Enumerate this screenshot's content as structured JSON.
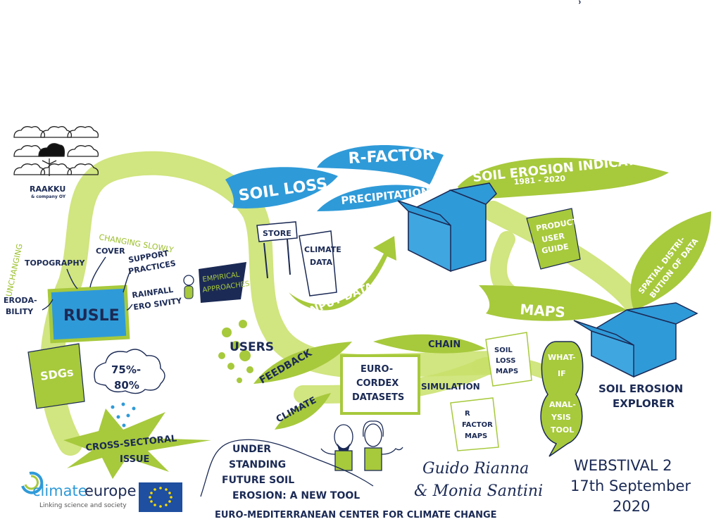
{
  "colors": {
    "green": "#a7c93c",
    "light_green": "#c9e06a",
    "blue": "#2f9ad8",
    "dark_blue": "#1b2a55",
    "eu_blue": "#1e4fa0"
  },
  "header": {
    "glyph": "ʾ"
  },
  "brand": {
    "name": "RAAKKU",
    "sub": "& company OY"
  },
  "labels": {
    "soil_loss": "SOIL LOSS",
    "r_factor": "R-FACTOR",
    "precipitation": "PRECIPITATION",
    "soil_erosion_indicators": "SOIL EROSION INDICATORS",
    "indicator_years": "1981 - 2020",
    "product_user_guide": [
      "PRODUCT",
      "USER",
      "GUIDE"
    ],
    "spatial_distribution": [
      "SPATIAL DISTRI-",
      "BUTION OF DATA"
    ],
    "maps": "MAPS",
    "soil_erosion_explorer": [
      "SOIL EROSION",
      "EXPLORER"
    ],
    "store": "STORE",
    "climate_data": [
      "CLIMATE",
      "DATA"
    ],
    "input_data": "INPUT DATA",
    "unchanging": "UNCHANGING",
    "changing_slowly": "CHANGING SLOWLY",
    "topography": "TOPOGRAPHY",
    "cover": "COVER",
    "support_practices": [
      "SUPPORT",
      "PRACTICES"
    ],
    "erodability": [
      "ERODA-",
      "BILITY"
    ],
    "rainfall_erosivity": [
      "RAINFALL",
      "ERO SIVITY"
    ],
    "empirical_approaches": [
      "EMPIRICAL",
      "APPROACHES"
    ],
    "rusle": "RUSLE",
    "sdgs": "SDGs",
    "percent": [
      "75%-",
      "80%"
    ],
    "cross_sectoral": [
      "CROSS-SECTORAL",
      "ISSUE"
    ],
    "users": "USERS",
    "feedback": "FEEDBACK",
    "climate": "CLIMATE",
    "euro_cordex": [
      "EURO-",
      "CORDEX",
      "DATASETS"
    ],
    "chain": "CHAIN",
    "simulation": "SIMULATION",
    "soil_loss_maps": [
      "SOIL",
      "LOSS",
      "MAPS"
    ],
    "r_factor_maps": [
      "R",
      "FACTOR",
      "MAPS"
    ],
    "what_if": [
      "WHAT-",
      "IF",
      "ANAL-",
      "YSIS",
      "TOOL"
    ],
    "understanding": [
      "UNDER",
      "STANDING",
      "FUTURE SOIL",
      "EROSION: A NEW TOOL"
    ],
    "cmcc": "EURO-MEDITERRANEAN CENTER FOR CLIMATE CHANGE",
    "authors": [
      "Guido Rianna",
      "& Monia Santini"
    ],
    "event": [
      "WEBSTIVAL 2",
      "17th September",
      "2020"
    ]
  },
  "logo": {
    "name_a": "climate",
    "name_b": "europe",
    "tagline": "Linking science and society"
  }
}
